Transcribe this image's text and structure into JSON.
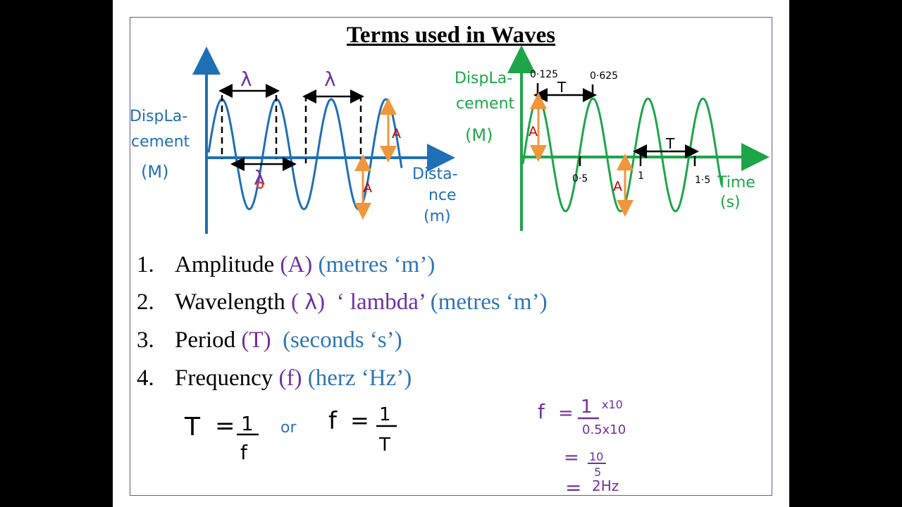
{
  "slide": {
    "title": "Terms used in Waves"
  },
  "distance_graph": {
    "ylabel_line1": "DispLa-",
    "ylabel_line2": "cement",
    "ylabel_unit": "(M)",
    "xlabel_line1": "Dista-",
    "xlabel_line2": "nce",
    "xlabel_unit": "(m)",
    "lambda_symbol": "λ",
    "amplitude_symbol": "A"
  },
  "time_graph": {
    "ylabel_line1": "DispLa-",
    "ylabel_line2": "cement",
    "ylabel_unit": "(M)",
    "xlabel_line1": "Time",
    "xlabel_unit": "(s)",
    "period_symbol": "T",
    "amplitude_symbol": "A",
    "tick_0125": "0·125",
    "tick_0625": "0·625",
    "tick_05": "0·5",
    "tick_1": "1",
    "tick_15": "1·5"
  },
  "terms": [
    {
      "number": "1.",
      "name": "Amplitude",
      "symbol": "(A)",
      "unit": "(metres ‘m’)"
    },
    {
      "number": "2.",
      "name": "Wavelength",
      "symbol_open": "(",
      "symbol_glyph": "λ",
      "symbol_close": ")",
      "extra": "‘ lambda’",
      "unit": "(metres ‘m’)"
    },
    {
      "number": "3.",
      "name": "Period",
      "symbol": "(T)",
      "unit": "(seconds ‘s’)"
    },
    {
      "number": "4.",
      "name": "Frequency",
      "symbol": "(f)",
      "unit": "(herz ‘Hz’)"
    }
  ],
  "formula": {
    "lhs1": "T",
    "eq1": "=",
    "num1": "1",
    "den1": "f",
    "or": "or",
    "lhs2": "f",
    "eq2": "=",
    "num2": "1",
    "den2": "T"
  },
  "working": {
    "lhs": "f",
    "eq": "=",
    "num": "1",
    "num_mult": "x10",
    "den": "0.5x10",
    "step2_eq": "=",
    "step2_num": "10",
    "step2_den": "5",
    "step3_eq": "=",
    "step3_result": "2Hz"
  },
  "colors": {
    "blue_graph": "#1f6fb5",
    "green_graph": "#1ea54a",
    "purple": "#7030a0",
    "amplitude_arrow": "#f0963c",
    "amplitude_text": "#c00000"
  }
}
